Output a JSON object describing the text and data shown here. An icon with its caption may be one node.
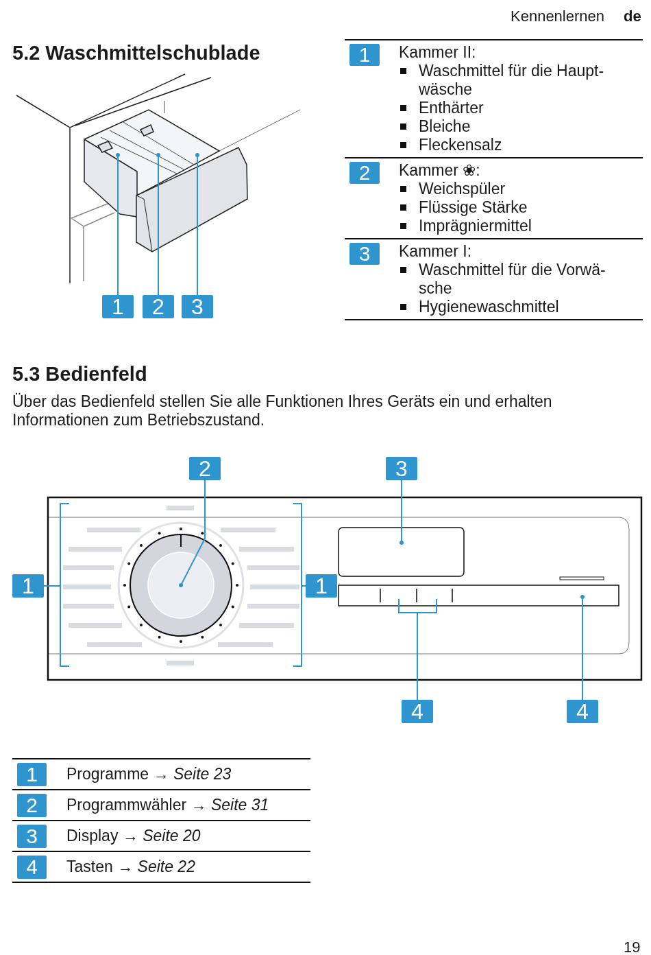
{
  "diagram": {
    "nodes": [
      {
        "text": [
          "1"
        ]
      },
      {
        "text": [
          "2"
        ]
      },
      {
        "text": [
          "3"
        ]
      },
      {
        "text": [
          "1"
        ],
        "beside": [
          "Kammer II:",
          "Waschmittel für die Haupt- wäsche",
          "Enthärter",
          "Bleiche",
          "Fleckensalz"
        ]
      },
      {
        "text": [
          "2"
        ],
        "beside": [
          "Kammer ❀:",
          "Weichspüler",
          "Flüssige Stärke",
          "Imprägniermittel"
        ]
      },
      {
        "text": [
          "3"
        ],
        "beside": [
          "Kammer I:",
          "Waschmittel für die Vorwä- sche",
          "Hygienewaschmittel"
        ]
      },
      {
        "text": [
          "1"
        ]
      },
      {
        "text": [
          "2"
        ]
      },
      {
        "text": [
          "3"
        ]
      },
      {
        "text": [
          "1"
        ]
      },
      {
        "text": [
          "4"
        ]
      },
      {
        "text": [
          "4"
        ]
      },
      {
        "text": [
          "1"
        ],
        "beside": [
          "Programme → *Seite 23*"
        ]
      },
      {
        "text": [
          "2"
        ],
        "beside": [
          "Programmwähler → *Seite 31*"
        ]
      },
      {
        "text": [
          "3"
        ],
        "beside": [
          "Display → *Seite 20*"
        ]
      },
      {
        "text": [
          "4"
        ],
        "beside": [
          "Tasten → *Seite 22*"
        ]
      },
      {
        "text": [],
        "shape": "bracket"
      },
      {
        "text": [],
        "shape": "bracket"
      },
      {
        "text": [],
        "shape": "bracket"
      }
    ],
    "edges": [
      {
        "from": 0,
        "to": null,
        "arrow": "other"
      },
      {
        "from": 1,
        "to": null,
        "arrow": "other"
      },
      {
        "from": 2,
        "to": null,
        "arrow": "other"
      },
      {
        "from": 6,
        "to": 16,
        "arrow": "none"
      },
      {
        "from": 7,
        "to": null,
        "arrow": "other"
      },
      {
        "from": 8,
        "to": null,
        "arrow": "other"
      },
      {
        "from": 9,
        "to": 17,
        "arrow": "none"
      },
      {
        "from": 10,
        "to": 18,
        "arrow": "none"
      },
      {
        "from": 11,
        "to": null,
        "arrow": "other"
      }
    ],
    "labels": [
      "Kennenlernen",
      "de",
      "5.2 Waschmittelschublade",
      "5.3 Bedienfeld",
      "Über das Bedienfeld stellen Sie alle Funktionen Ihres Geräts ein und erhalten Informationen zum Betriebszustand.",
      "19"
    ]
  }
}
